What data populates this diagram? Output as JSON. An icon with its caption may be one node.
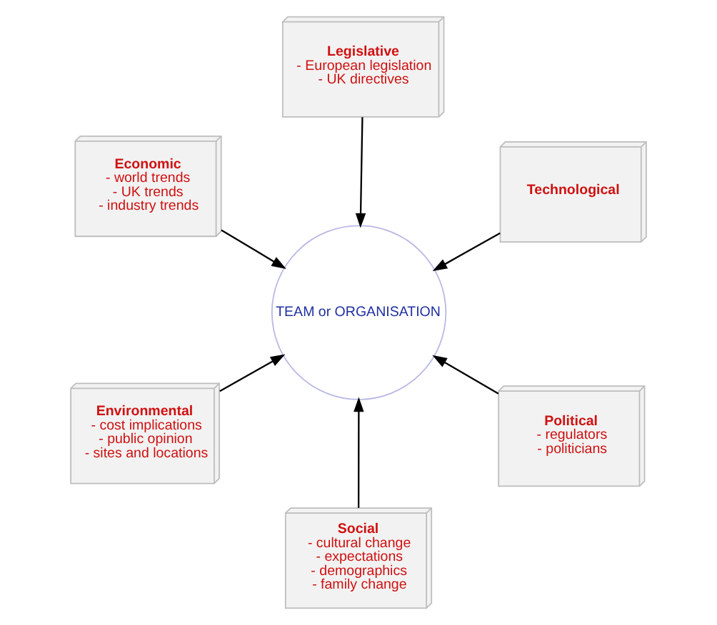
{
  "diagram": {
    "nodes": [
      {
        "text": [
          "TEAM or ORGANISATION"
        ]
      },
      {
        "text": [
          "Political",
          "- regulators",
          "- politicians"
        ]
      },
      {
        "text": [
          "Social",
          "- cultural change",
          "- expectations",
          "- demographics",
          "- family change"
        ]
      },
      {
        "text": [
          "Economic",
          "- world trends",
          "- UK trends",
          "- industry trends"
        ]
      },
      {
        "text": [
          "Technological"
        ]
      },
      {
        "text": [
          "Legislative",
          "- European legislation",
          "- UK directives"
        ]
      },
      {
        "text": [
          "Environmental",
          "- cost implications",
          "- public opinion",
          "- sites and locations"
        ]
      }
    ],
    "edges": [
      {
        "from": 1,
        "to": 0,
        "arrow": "to"
      },
      {
        "from": 2,
        "to": 0,
        "arrow": "to"
      },
      {
        "from": 3,
        "to": 0,
        "arrow": "to"
      },
      {
        "from": 4,
        "to": 0,
        "arrow": "to"
      },
      {
        "from": 5,
        "to": 0,
        "arrow": "to"
      },
      {
        "from": 6,
        "to": 0,
        "arrow": "to"
      }
    ]
  }
}
